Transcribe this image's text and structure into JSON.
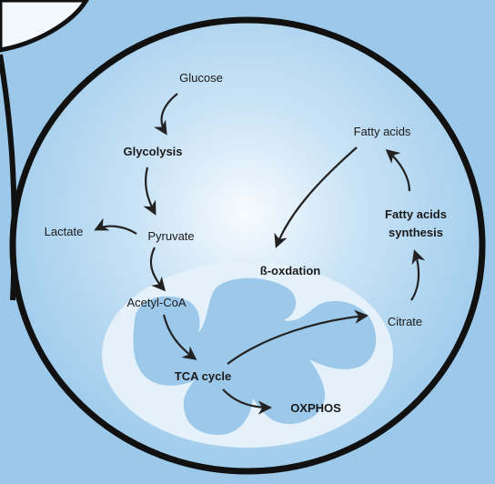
{
  "labels": {
    "glucose": "Glucose",
    "glycolysis": "Glycolysis",
    "lactate": "Lactate",
    "pyruvate": "Pyruvate",
    "acetyl_coa": "Acetyl-CoA",
    "tca_cycle": "TCA cycle",
    "oxphos": "OXPHOS",
    "beta_oxidation": "ß-oxdation",
    "fatty_acids": "Fatty acids",
    "fatty_acids_synthesis_line1": "Fatty acids",
    "fatty_acids_synthesis_line2": "synthesis",
    "citrate": "Citrate"
  },
  "colors": {
    "background": "#9cc9ea",
    "cell_outline": "#111111",
    "cell_center": "#f4f9fd",
    "cell_edge": "#a5cfee",
    "mitochondrion_outer": "#e2f0fa",
    "mitochondrion_inner": "#9cc9ea",
    "arrow": "#222222"
  }
}
